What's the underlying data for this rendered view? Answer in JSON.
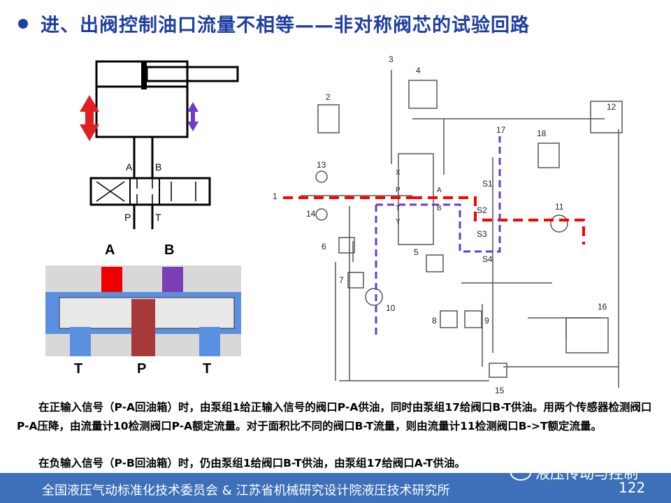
{
  "title": "进、出阀控制油口流量不相等——非对称阀芯的试验回路",
  "left_diagram": {
    "port_a": "A",
    "port_b": "B",
    "port_p": "P",
    "port_t": "T",
    "spool_label_a": "A",
    "spool_label_b": "B",
    "spool_label_t_left": "T",
    "spool_label_p": "P",
    "spool_label_t_right": "T"
  },
  "circuit": {
    "labels": [
      "1",
      "2",
      "3",
      "4",
      "5",
      "6",
      "7",
      "8",
      "9",
      "10",
      "11",
      "12",
      "13",
      "14",
      "15",
      "16",
      "17",
      "18"
    ],
    "valve_ports": {
      "x": "X",
      "p": "P",
      "t": "T",
      "y": "Y",
      "a": "A",
      "b": "B"
    },
    "switches": [
      "S1",
      "S2",
      "S3",
      "S4"
    ]
  },
  "paragraphs": [
    "在正输入信号（P-A回油箱）时，由泵组1给正输入信号的阀口P-A供油，同时由泵组17给阀口B-T供油。用两个传感器检测阀口P-A压降，由流量计10检测阀口P-A额定流量。对于面积比不同的阀口B-T流量，则由流量计11检测阀口B->T额定流量。",
    "在负输入信号（P-B回油箱）时，仍由泵组1给阀口B-T供油，由泵组17给阀口A-T供油。"
  ],
  "footer": {
    "org_text": "全国液压气动标准化技术委员会  &  江苏省机械研究设计院液压技术研究所",
    "page_number": "122",
    "watermark": "液压传动与控制"
  },
  "colors": {
    "accent_blue": "#1f3fa0",
    "flow_red": "#e00000",
    "flow_purple": "#6a3cc8",
    "footer": "#3d70b8"
  }
}
